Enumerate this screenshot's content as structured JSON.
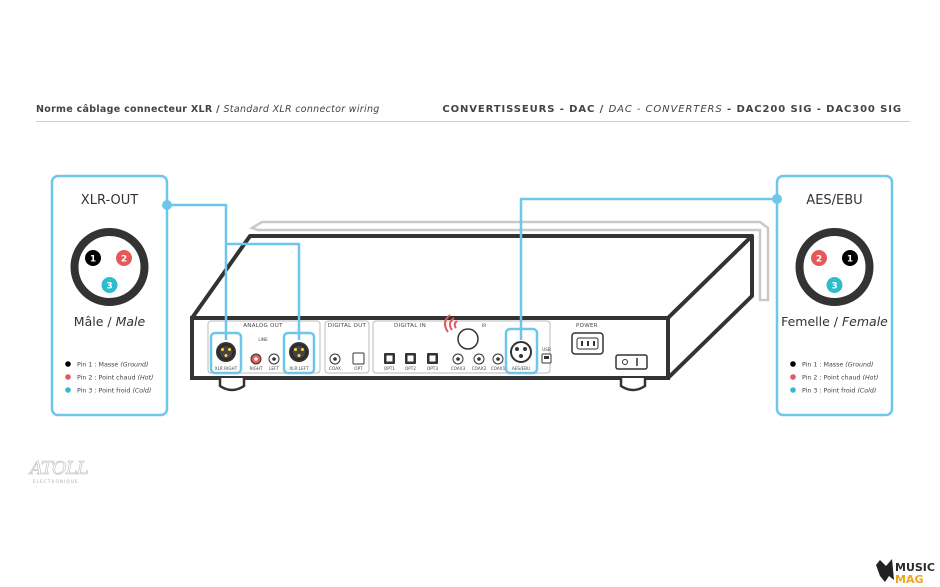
{
  "header": {
    "left_bold": "Norme câblage connecteur XLR",
    "left_sep": " / ",
    "left_italic": "Standard XLR connector wiring",
    "right_a": "CONVERTISSEURS - DAC",
    "right_sep1": " / ",
    "right_italic": "DAC - CONVERTERS",
    "right_b": " - DAC200 SIG - DAC300 SIG"
  },
  "left_box": {
    "title": "XLR-OUT",
    "gender_fr": "Mâle",
    "gender_sep": " / ",
    "gender_en": "Male",
    "pins": [
      "1",
      "2",
      "3"
    ],
    "legend": [
      {
        "text": "Pin 1 : Masse ",
        "en": "(Ground)",
        "color": "#000000"
      },
      {
        "text": "Pin 2 : Point chaud ",
        "en": "(Hot)",
        "color": "#e4595a"
      },
      {
        "text": "Pin 3 : Point froid ",
        "en": "(Cold)",
        "color": "#2fbccc"
      }
    ]
  },
  "right_box": {
    "title": "AES/EBU",
    "gender_fr": "Femelle",
    "gender_sep": " / ",
    "gender_en": "Female",
    "pins": [
      "2",
      "1",
      "3"
    ],
    "legend": [
      {
        "text": "Pin 1 : Masse ",
        "en": "(Ground)",
        "color": "#000000"
      },
      {
        "text": "Pin 2 : Point chaud ",
        "en": "(Hot)",
        "color": "#e4595a"
      },
      {
        "text": "Pin 3 : Point froid ",
        "en": "(Cold)",
        "color": "#2fbccc"
      }
    ]
  },
  "panel": {
    "analog_out": "ANALOG OUT",
    "line": "LINE",
    "digital_out": "DIGITAL OUT",
    "digital_in": "DIGITAL IN",
    "power": "POWER",
    "xlr_right": "XLR RIGHT",
    "right": "RIGHT",
    "left": "LEFT",
    "xlr_left": "XLR LEFT",
    "coax": "COAX",
    "opt": "OPT",
    "opt1": "OPT1",
    "opt2": "OPT2",
    "opt3": "OPT3",
    "coax3": "COAX3",
    "coax2": "COAX2",
    "coax1": "COAX1",
    "aes_ebu": "AES/EBU",
    "usb": "USB",
    "ir": "IR"
  },
  "logo": {
    "name": "ATOLL",
    "sub": "ELECTRONIQUE"
  },
  "watermark": {
    "a": "MUSIC",
    "b": "MAG"
  },
  "colors": {
    "accent": "#6ec6ea",
    "hot": "#e4595a",
    "cold": "#2fbccc",
    "ground": "#000000",
    "device": "#333333"
  }
}
